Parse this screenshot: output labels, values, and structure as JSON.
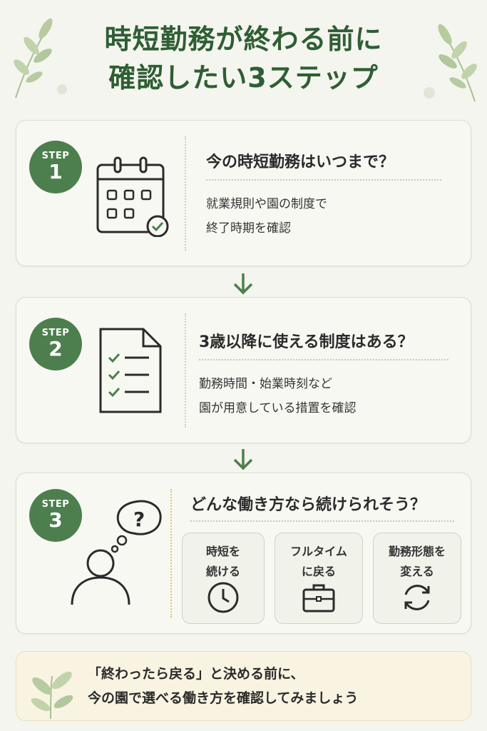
{
  "title": {
    "line1": "時短勤務が終わる前に",
    "line2": "確認したい3ステップ"
  },
  "steps": [
    {
      "label": "STEP",
      "number": "1",
      "question": "今の時短勤務はいつまで？",
      "desc": [
        "就業規則や園の制度で",
        "終了時期を確認"
      ],
      "icon": "calendar-check-icon"
    },
    {
      "label": "STEP",
      "number": "2",
      "question": "3歳以降に使える制度はある？",
      "desc": [
        "勤務時間・始業時刻など",
        "園が用意している措置を確認"
      ],
      "icon": "checklist-document-icon"
    },
    {
      "label": "STEP",
      "number": "3",
      "question": "どんな働き方なら続けられそう？",
      "icon": "person-thinking-icon",
      "options": [
        {
          "line1": "時短を",
          "line2": "続ける",
          "icon": "clock-icon"
        },
        {
          "line1": "フルタイム",
          "line2": "に戻る",
          "icon": "briefcase-icon"
        },
        {
          "line1": "勤務形態を",
          "line2": "変える",
          "icon": "refresh-icon"
        }
      ]
    }
  ],
  "footer": {
    "line1": "「終わったら戻る」と決める前に、",
    "line2": "今の園で選べる働き方を確認してみましょう"
  },
  "colors": {
    "accent": "#4c7f4d",
    "title": "#2f5e34",
    "background": "#f4f5ee",
    "card": "#f8f8f3",
    "footer": "#f9f4e2"
  }
}
